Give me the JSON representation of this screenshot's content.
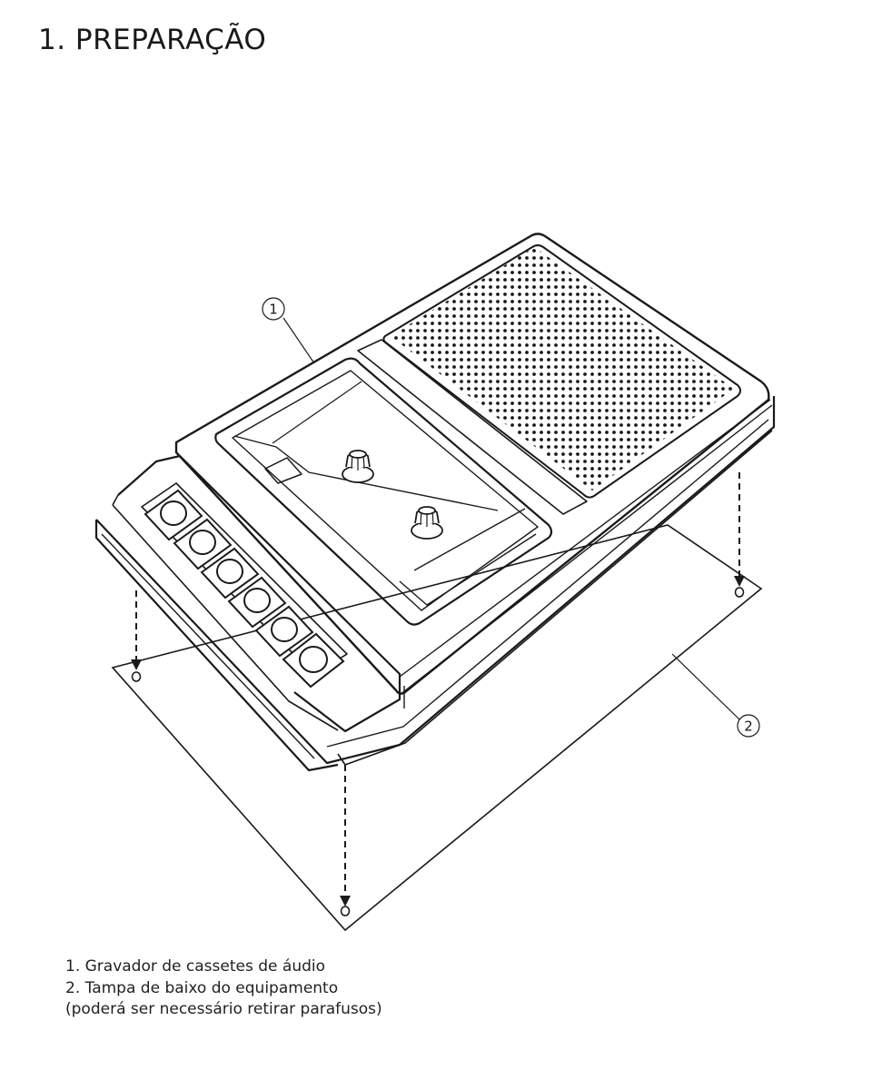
{
  "title": "1. PREPARAÇÃO",
  "callouts": [
    {
      "number": "1",
      "target": "cassette-recorder"
    },
    {
      "number": "2",
      "target": "bottom-cover"
    }
  ],
  "legend": {
    "line1": "1. Gravador de cassetes de áudio",
    "line2": "2. Tampa de baixo do equipamento",
    "line3": "(poderá ser necessário retirar parafusos)"
  },
  "colors": {
    "ink": "#1a1a1a",
    "background": "#ffffff"
  }
}
